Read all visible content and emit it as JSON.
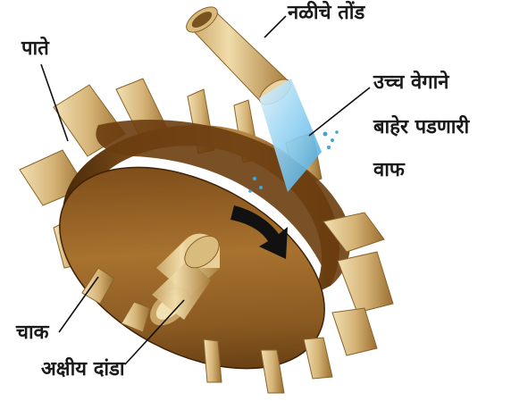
{
  "labels": {
    "nozzle": "नळीचे तोंड",
    "blades": "पाते",
    "steam_line1": "उच्च वेगाने",
    "steam_line2": "बाहेर पडणारी",
    "steam_line3": "वाफ",
    "wheel": "चाक",
    "axle": "अक्षीय दांडा"
  },
  "colors": {
    "wheel_dark": "#5a3209",
    "wheel_mid": "#8a5a22",
    "wheel_light": "#b98a4a",
    "blade_light": "#e6cf9a",
    "blade_dark": "#a87c3a",
    "steam": "#5fb8e8",
    "arrow": "#111111"
  }
}
